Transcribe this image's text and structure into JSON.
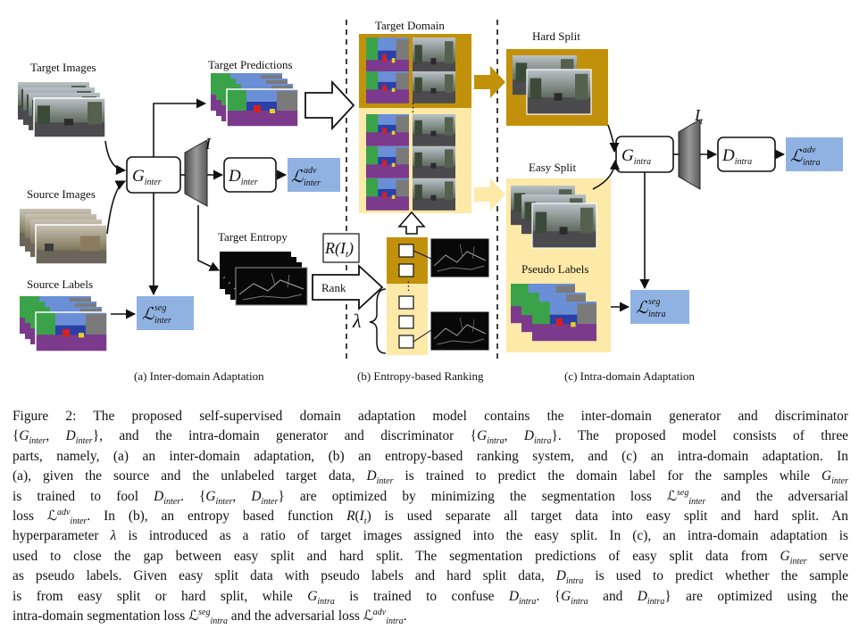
{
  "figure": {
    "labels": {
      "target_images": "Target Images",
      "source_images": "Source Images",
      "source_labels": "Source Labels",
      "target_predictions": "Target Predictions",
      "target_entropy": "Target Entropy",
      "target_domain": "Target Domain",
      "hard_split": "Hard Split",
      "easy_split": "Easy Split",
      "pseudo_labels": "Pseudo Labels",
      "rank": "Rank",
      "i_label": "I",
      "it_label": "I",
      "it_sub": "t",
      "r_it": "R(I",
      "r_it_sub": "t",
      "r_it_close": ")",
      "lambda": "λ",
      "ellipsis": "⋮"
    },
    "modules": {
      "g_inter": {
        "main": "G",
        "sub": "inter"
      },
      "d_inter": {
        "main": "D",
        "sub": "inter"
      },
      "g_intra": {
        "main": "G",
        "sub": "intra"
      },
      "d_intra": {
        "main": "D",
        "sub": "intra"
      }
    },
    "losses": {
      "adv_inter": {
        "main": "ℒ",
        "sup": "adv",
        "sub": "inter"
      },
      "seg_inter": {
        "main": "ℒ",
        "sup": "seg",
        "sub": "inter"
      },
      "adv_intra": {
        "main": "ℒ",
        "sup": "adv",
        "sub": "intra"
      },
      "seg_intra": {
        "main": "ℒ",
        "sup": "seg",
        "sub": "intra"
      }
    },
    "panels": {
      "a": "(a) Inter-domain Adaptation",
      "b": "(b) Entropy-based Ranking",
      "c": "(c) Intra-domain Adaptation"
    },
    "colors": {
      "gold_dark": "#c2910b",
      "gold_light": "#fde9a8",
      "loss_blue": "#8fb2e2",
      "disc_gray": "#6e6e6e"
    }
  },
  "caption": {
    "l1": {
      "a": "Figure 2: The proposed self-supervised domain adaptation model contains the inter-domain generator and discriminator"
    },
    "l2": {
      "a": "{",
      "b": "G",
      "c": "inter",
      "d": ", ",
      "e": "D",
      "f": "inter",
      "g": "}, and the intra-domain generator and discriminator {",
      "h": "G",
      "i": "intra",
      "j": ", ",
      "k": "D",
      "l": "intra",
      "m": "}. The proposed model consists of three"
    },
    "l3": {
      "a": "parts, namely, (a) an inter-domain adaptation, (b) an entropy-based ranking system, and (c) an intra-domain adaptation. In"
    },
    "l4": {
      "a": "(a), given the source and the unlabeled target data, ",
      "b": "D",
      "c": "inter",
      "d": " is trained to predict the domain label for the samples while ",
      "e": "G",
      "f": "inter"
    },
    "l5": {
      "a": "is trained to fool ",
      "b": "D",
      "c": "inter",
      "d": ". {",
      "e": "G",
      "f": "inter",
      "g": ", ",
      "h": "D",
      "i": "inter",
      "j": "} are optimized by minimizing the segmentation loss ",
      "k": "ℒ",
      "l": "seg",
      "m": "inter",
      "n": " and the adversarial"
    },
    "l6": {
      "a": "loss ",
      "b": "ℒ",
      "c": "adv",
      "d": "inter",
      "e": ". In (b), an entropy based function ",
      "f": "R",
      "g": "(",
      "h": "I",
      "i": "t",
      "j": ") is used separate all target data into easy split and hard split. An"
    },
    "l7": {
      "a": "hyperparameter ",
      "b": "λ",
      "c": " is introduced as a ratio of target images assigned into the easy split. In (c), an intra-domain adaptation is"
    },
    "l8": {
      "a": "used to close the gap between easy split and hard split. The segmentation predictions of easy split data from ",
      "b": "G",
      "c": "inter",
      "d": " serve"
    },
    "l9": {
      "a": "as pseudo labels. Given easy split data with pseudo labels and hard split data, ",
      "b": "D",
      "c": "intra",
      "d": " is used to predict whether the sample"
    },
    "l10": {
      "a": "is from easy split or hard split, while ",
      "b": "G",
      "c": "intra",
      "d": " is trained to confuse ",
      "e": "D",
      "f": "intra",
      "g": ". {",
      "h": "G",
      "i": "intra",
      "j": " and ",
      "k": "D",
      "l": "intra",
      "m": "} are optimized using the"
    },
    "l11": {
      "a": "intra-domain segmentation loss ",
      "b": "ℒ",
      "c": "seg",
      "d": "intra",
      "e": " and the adversarial loss ",
      "f": "ℒ",
      "g": "adv",
      "h": "intra",
      "i": "."
    }
  }
}
